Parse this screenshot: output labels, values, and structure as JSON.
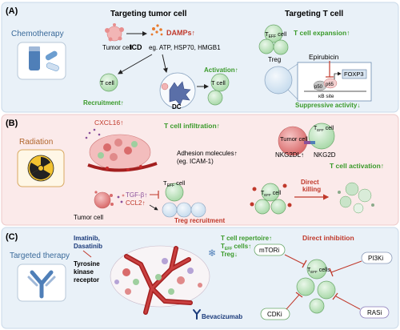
{
  "panels": {
    "a": {
      "label": "(A)",
      "therapy": "Chemotherapy",
      "col_tumor": "Targeting tumor cell",
      "col_t": "Targeting T cell",
      "tumor_cell": "Tumor cell",
      "icd": "ICD",
      "damps": "DAMPs↑",
      "damps_eg": "eg. ATP, HSP70, HMGB1",
      "t_cell": "T cell",
      "recruitment": "Recruitment↑",
      "activation": "Activation↑",
      "dc": "DC",
      "teff_cell_left": "T",
      "teff_sub": "EFF",
      "teff_cell_right": " cell",
      "t_expansion": "T cell expansion↑",
      "treg": "Treg",
      "epirubicin": "Epirubicin",
      "foxp3": "FOXP3",
      "p50": "p50",
      "p65": "p65",
      "kb_site": "κB site",
      "suppressive": "Suppressive activity↓"
    },
    "b": {
      "label": "(B)",
      "therapy": "Radiation",
      "cxcl16": "CXCL16↑",
      "t_infiltration": "T cell infiltration↑",
      "adhesion_line1": "Adhesion molecules↑",
      "adhesion_line2": "(eg. ICAM-1)",
      "tumor_cell": "Tumor cell",
      "tgfb": "TGF-β↑",
      "ccl2": "CCL2↑",
      "treg_recruitment": "Treg recruitment",
      "nkg2dl": "NKG2DL↑",
      "nkg2d": "NKG2D",
      "t_activation": "T cell activation↑",
      "direct_killing_1": "Direct",
      "direct_killing_2": "killing"
    },
    "c": {
      "label": "(C)",
      "therapy": "Targeted therapy",
      "drugs_1": "Imatinib,",
      "drugs_2": "Dasatinib",
      "tk_1": "Tyrosine",
      "tk_2": "kinase",
      "tk_3": "receptor",
      "repertoire": "T cell repertoire↑",
      "teff_up": "cells↑",
      "treg_down": "Treg↓",
      "bevacizumab": "Bevacizumab",
      "direct_inhibition": "Direct inhibition",
      "mtori": "mTORi",
      "pi3ki": "PI3Ki",
      "cdki": "CDKi",
      "rasi": "RASi",
      "teff_cells": " cells"
    }
  },
  "colors": {
    "panel_a_bg": "#e8f1f8",
    "panel_b_bg": "#fbeaea",
    "panel_c_bg": "#e8f1f8",
    "green_text": "#3a9a2a",
    "red_text": "#cc2a2a",
    "blue_text": "#3a6a9a",
    "cell_green": "#c8e8c8"
  }
}
